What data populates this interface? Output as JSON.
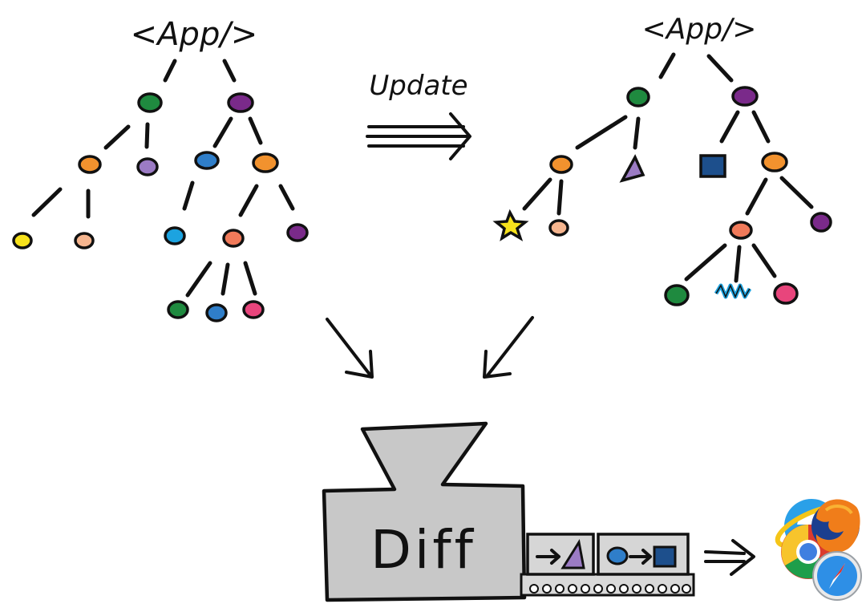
{
  "left_tree": {
    "root_label": "<App/>"
  },
  "right_tree": {
    "root_label": "<App/>"
  },
  "update_label": "Update",
  "diff_label": "Diff",
  "node_colors": {
    "green": "#1f8a3f",
    "purple": "#7a2a8a",
    "orange": "#f2922e",
    "lavender": "#9b7bc4",
    "blue": "#2f7ec9",
    "cyan": "#1ca3e0",
    "yellow": "#f7e21c",
    "peach": "#f5b58f",
    "salmon": "#f07a5a",
    "pink": "#e8457c",
    "navy": "#1d4f8c"
  },
  "browser_icons": [
    "chrome-icon",
    "firefox-icon",
    "internet-explorer-icon",
    "safari-icon"
  ]
}
